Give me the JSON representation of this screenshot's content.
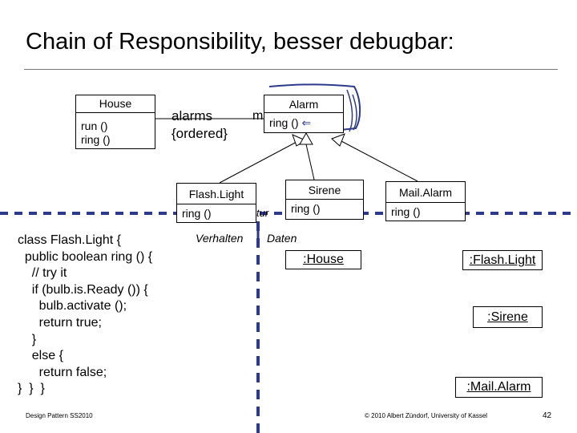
{
  "title": "Chain of Responsibility, besser debugbar:",
  "classes": {
    "house": {
      "name": "House",
      "ops": [
        "run ()",
        "ring ()"
      ]
    },
    "alarm": {
      "name": "Alarm",
      "ops": [
        "ring ()"
      ]
    },
    "flashlight": {
      "name": "Flash.Light",
      "ops": [
        "ring ()"
      ]
    },
    "sirene": {
      "name": "Sirene",
      "ops": [
        "ring ()"
      ]
    },
    "mailalarm": {
      "name": "Mail.Alarm",
      "ops": [
        "ring ()"
      ]
    }
  },
  "association": {
    "role": "alarms",
    "constraint": "{ordered}",
    "partial_label": "m"
  },
  "annotations": {
    "arrow": "⇐",
    "partial_struktur": "tur",
    "verhalten": "Verhalten",
    "daten": "Daten"
  },
  "objects": {
    "house": ":House",
    "flashlight": ":Flash.Light",
    "sirene": ":Sirene",
    "mailalarm": ":Mail.Alarm"
  },
  "code": "class Flash.Light {\n  public boolean ring () {\n    // try it\n    if (bulb.is.Ready ()) {\n      bulb.activate ();\n      return true;\n    }\n    else {\n      return false;\n}  }  }",
  "colors": {
    "pen": "#2d3a8c",
    "lines": "#000000"
  },
  "footer": {
    "left": "Design Pattern SS2010",
    "right": "© 2010 Albert Zündorf, University of Kassel",
    "page": "42"
  }
}
